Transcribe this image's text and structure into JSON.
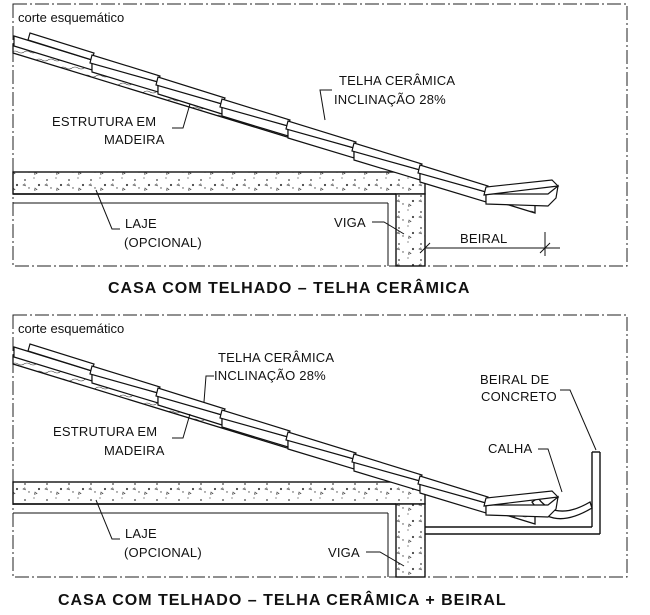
{
  "top": {
    "tag": "corte esquemático",
    "roof_label_1": "TELHA CERÂMICA",
    "roof_label_2": "INCLINAÇÃO 28%",
    "frame_label_1": "ESTRUTURA EM",
    "frame_label_2": "MADEIRA",
    "slab_label_1": "LAJE",
    "slab_label_2": "(OPCIONAL)",
    "beam_label": "VIGA",
    "eave_label": "BEIRAL",
    "caption": "CASA COM TELHADO – TELHA CERÂMICA"
  },
  "bottom": {
    "tag": "corte esquemático",
    "roof_label_1": "TELHA CERÂMICA",
    "roof_label_2": "INCLINAÇÃO 28%",
    "frame_label_1": "ESTRUTURA EM",
    "frame_label_2": "MADEIRA",
    "slab_label_1": "LAJE",
    "slab_label_2": "(OPCIONAL)",
    "beam_label": "VIGA",
    "eave_label_1": "BEIRAL DE",
    "eave_label_2": "CONCRETO",
    "gutter_label": "CALHA",
    "caption": "CASA COM TELHADO – TELHA CERÂMICA + BEIRAL"
  }
}
